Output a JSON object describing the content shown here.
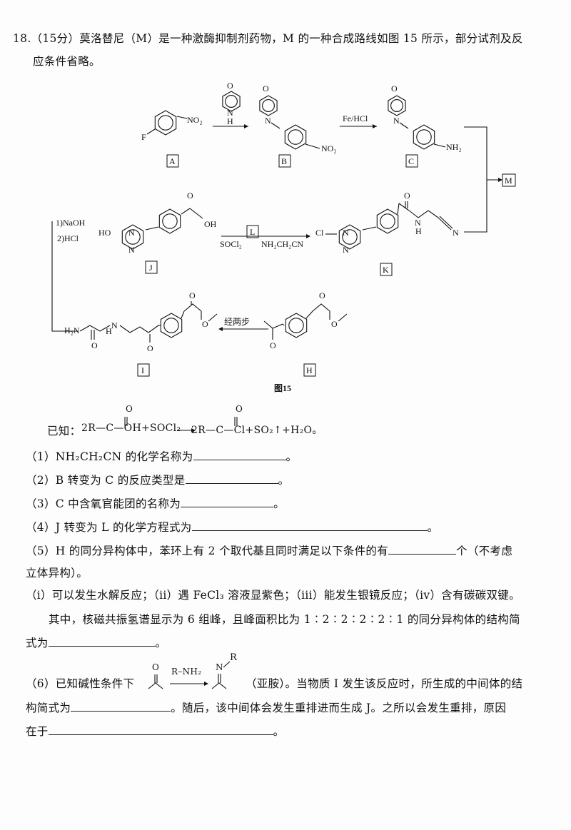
{
  "question": {
    "intro_line1": "18.（15分）莫洛替尼（M）是一种激酶抑制剂药物，M 的一种合成路线如图 15 所示，部分试剂及反",
    "intro_line2": "应条件省略。"
  },
  "scheme": {
    "caption": "图15",
    "compound_labels": {
      "A": "A",
      "B": "B",
      "C": "C",
      "M": "M",
      "J": "J",
      "L": "L",
      "K": "K",
      "I": "I",
      "H": "H"
    },
    "reagents": {
      "morpholine_H": "H",
      "fe_hcl": "Fe/HCl",
      "naoh": "1)NaOH",
      "hcl": "2)HCl",
      "socl2": "SOCl₂",
      "nh2ch2cn": "NH₂CH₂CN",
      "two_steps": "经两步"
    },
    "atoms": {
      "F": "F",
      "NO2": "NO₂",
      "N": "N",
      "O": "O",
      "NH2": "NH₂",
      "HO": "HO",
      "OH": "OH",
      "Cl": "Cl",
      "H": "H",
      "H2N": "H₂N"
    }
  },
  "known": {
    "prefix": "已知：",
    "left": "2R—C—OH+SOCl₂",
    "right": "2R—C—Cl+SO₂↑+H₂O。",
    "O": "O"
  },
  "questions": [
    {
      "pre": "（1）NH₂CH₂CN 的化学名称为",
      "post": "。"
    },
    {
      "pre": "（2）B 转变为 C 的反应类型是",
      "post": "。"
    },
    {
      "pre": "（3）C 中含氧官能团的名称为",
      "post": "。"
    },
    {
      "pre": "（4）J 转变为 L 的化学方程式为",
      "post": "。"
    },
    {
      "pre": "（5）H 的同分异构体中，苯环上有 2 个取代基且同时满足以下条件的有",
      "post": "个（不考虑"
    },
    {
      "line2": "立体异构）。"
    },
    {
      "conditions": "（i）可以发生水解反应；（ii）遇 FeCl₃ 溶液显紫色；（iii）能发生银镜反应；（iv）含有碳碳双键。"
    },
    {
      "nmr": "其中，核磁共振氢谱显示为 6 组峰，且峰面积比为 1∶2∶2∶2∶2∶1 的同分异构体的结构简"
    },
    {
      "pre": "式为",
      "post": "。"
    }
  ],
  "q6": {
    "pre": "（6）已知碱性条件下",
    "reagent": "R–NH₂",
    "O": "O",
    "N": "N",
    "R": "R",
    "after": "（亚胺）。当物质 I 发生该反应时，所生成的中间体的结",
    "line2_pre": "构简式为",
    "line2_post": "。随后，该中间体会发生重排进而生成 J。之所以会发生重排，原因",
    "line3_pre": "在于",
    "line3_post": "。"
  }
}
